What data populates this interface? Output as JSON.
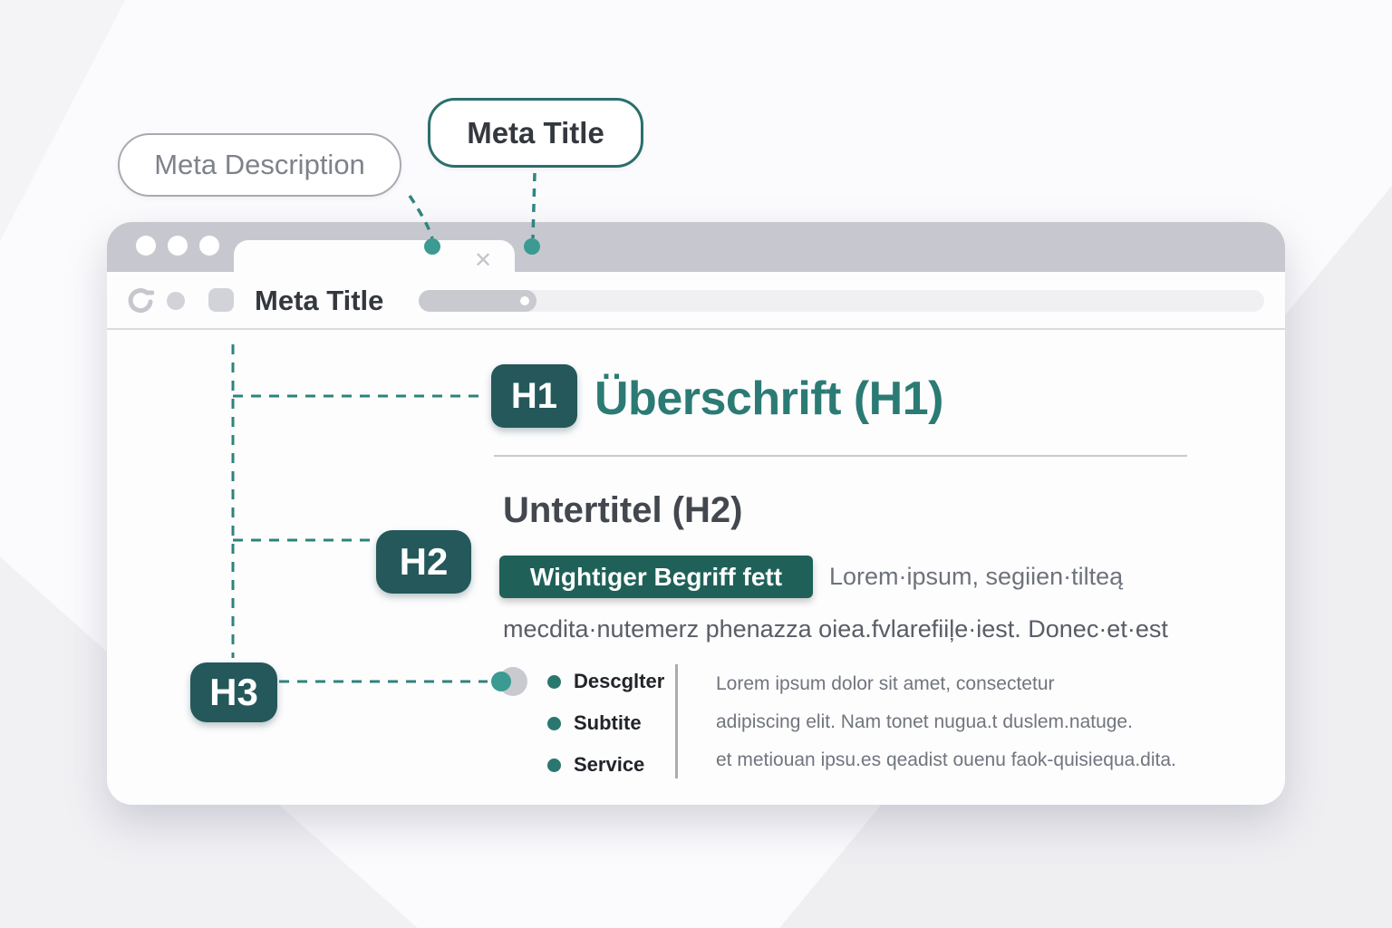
{
  "annotations": {
    "meta_description_label": "Meta Description",
    "meta_title_label": "Meta Title"
  },
  "browser": {
    "tab": {
      "close_icon": "✕"
    },
    "toolbar": {
      "title": "Meta Title"
    }
  },
  "content": {
    "h1": {
      "badge": "H1",
      "heading": "Überschrift (H1)"
    },
    "h2": {
      "badge": "H2",
      "heading": "Untertitel (H2)",
      "highlight": "Wightiger Begriff fett",
      "after_highlight": "Lorem·ipsum, segiien·tilteą",
      "body_line": "mecdita·nutemerz phenazza oiea.fvlarefiiļe·iest. Donec·et·est"
    },
    "h3": {
      "badge": "H3"
    },
    "bullet_list": [
      "Descglter",
      "Subtite",
      "Service"
    ],
    "paragraph": [
      "Lorem ipsum dolor sit amet, consectetur",
      "adipiscing elit. Nam tonet nugua.t duslem.natuge.",
      "et metiouan ipsu.es qeadist ouenu faok-quisiequa.dita."
    ]
  },
  "colors": {
    "badge_teal": "#24585b",
    "highlight_teal": "#1f6159",
    "heading_teal": "#2b7b74",
    "accent_teal": "#3b9a92",
    "chrome_gray": "#c7c8cf",
    "body_gray": "#6e727b"
  }
}
